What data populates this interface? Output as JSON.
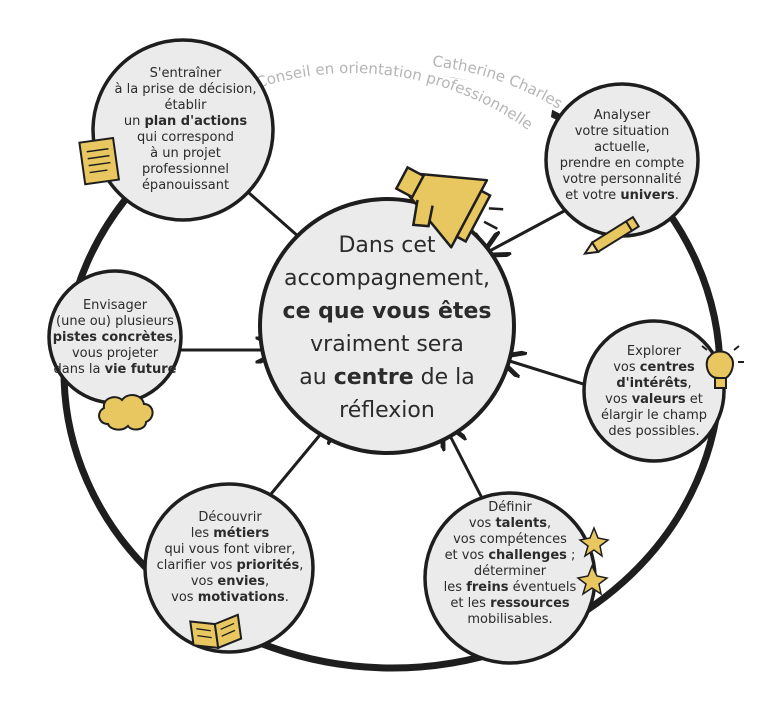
{
  "author": "Catherine Charles",
  "subtitle": "Conseil en orientation professionnelle",
  "colors": {
    "bubble": "#ebebeb",
    "stroke": "#1e1e1e",
    "accent": "#e8c760",
    "text": "#2b2b2b",
    "label": "#b5b5b5"
  },
  "center": {
    "line1": "Dans cet",
    "line2": "accompagnement,",
    "line3": "ce que vous êtes",
    "line4": "vraiment sera",
    "line5_a": "au ",
    "line5_b": "centre",
    "line5_c": " de la",
    "line6": "réflexion",
    "icon": "megaphone-icon"
  },
  "nodes": {
    "plan": {
      "l1": "S'entraîner",
      "l2": "à la prise de décision,",
      "l3": "établir",
      "l4a": "un ",
      "l4b": "plan d'actions",
      "l5": "qui correspond",
      "l6": "à un projet",
      "l7": "professionnel",
      "l8": "épanouissant",
      "icon": "notepad-icon"
    },
    "analyse": {
      "l1": "Analyser",
      "l2": "votre situation",
      "l3": "actuelle,",
      "l4": "prendre en compte",
      "l5": "votre personnalité",
      "l6a": "et votre ",
      "l6b": "univers",
      "l6c": ".",
      "icon": "pencil-icon"
    },
    "pistes": {
      "l1": "Envisager",
      "l2": "(une ou) plusieurs",
      "l3": "pistes concrètes",
      "l3c": ",",
      "l4": "vous projeter",
      "l5a": "dans la ",
      "l5b": "vie future",
      "icon": "thought-cloud-icon"
    },
    "explorer": {
      "l1": "Explorer",
      "l2a": "vos ",
      "l2b": "centres",
      "l3": "d'intérêts",
      "l3c": ",",
      "l4a": "vos ",
      "l4b": "valeurs",
      "l4c": " et",
      "l5": "élargir le champ",
      "l6": "des possibles.",
      "icon": "lightbulb-icon"
    },
    "metiers": {
      "l1": "Découvrir",
      "l2a": "les ",
      "l2b": "métiers",
      "l3": "qui vous font vibrer,",
      "l4a": "clarifier vos ",
      "l4b": "priorités",
      "l4c": ",",
      "l5a": "vos ",
      "l5b": "envies",
      "l5c": ",",
      "l6a": "vos ",
      "l6b": "motivations",
      "l6c": ".",
      "icon": "open-book-icon"
    },
    "talents": {
      "l1": "Définir",
      "l2a": "vos ",
      "l2b": "talents",
      "l2c": ",",
      "l3": "vos compétences",
      "l4a": "et vos ",
      "l4b": "challenges",
      "l4c": " ;",
      "l5": "déterminer",
      "l6a": "les ",
      "l6b": "freins",
      "l6c": " éventuels",
      "l7a": "et les ",
      "l7b": "ressources",
      "l8": "mobilisables.",
      "icon": "stars-icon"
    }
  }
}
